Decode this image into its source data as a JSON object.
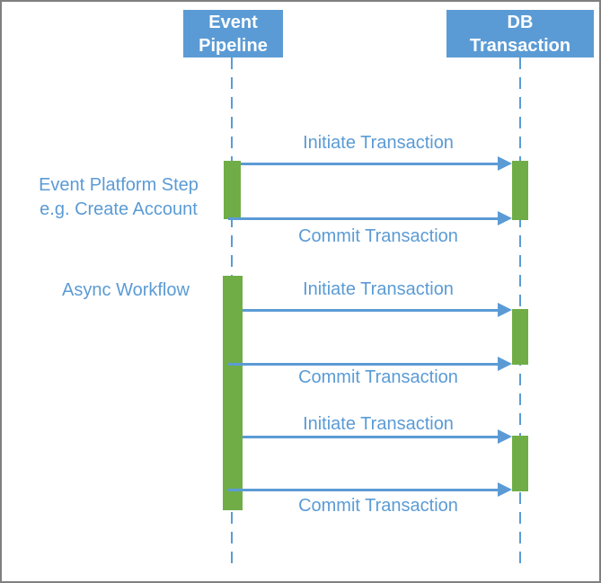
{
  "diagram": {
    "type": "sequence-diagram",
    "actors": [
      {
        "id": "event-pipeline",
        "line1": "Event",
        "line2": "Pipeline"
      },
      {
        "id": "db-transaction",
        "line1": "DB",
        "line2": "Transaction"
      }
    ],
    "annotations": [
      {
        "line1": "Event Platform Step",
        "line2": "e.g. Create Account"
      },
      {
        "line1": "Async Workflow"
      }
    ],
    "messages": [
      {
        "label": "Initiate Transaction",
        "from": "Event Pipeline",
        "to": "DB Transaction"
      },
      {
        "label": "Commit Transaction",
        "from": "Event Pipeline",
        "to": "DB Transaction"
      },
      {
        "label": "Initiate Transaction",
        "from": "Event Pipeline",
        "to": "DB Transaction"
      },
      {
        "label": "Commit Transaction",
        "from": "Event Pipeline",
        "to": "DB Transaction"
      },
      {
        "label": "Initiate Transaction",
        "from": "Event Pipeline",
        "to": "DB Transaction"
      },
      {
        "label": "Commit Transaction",
        "from": "Event Pipeline",
        "to": "DB Transaction"
      }
    ],
    "colors": {
      "accent_blue": "#5B9BD5",
      "activation_green": "#70AD47",
      "border_gray": "#808080",
      "background": "#FFFFFF"
    }
  }
}
